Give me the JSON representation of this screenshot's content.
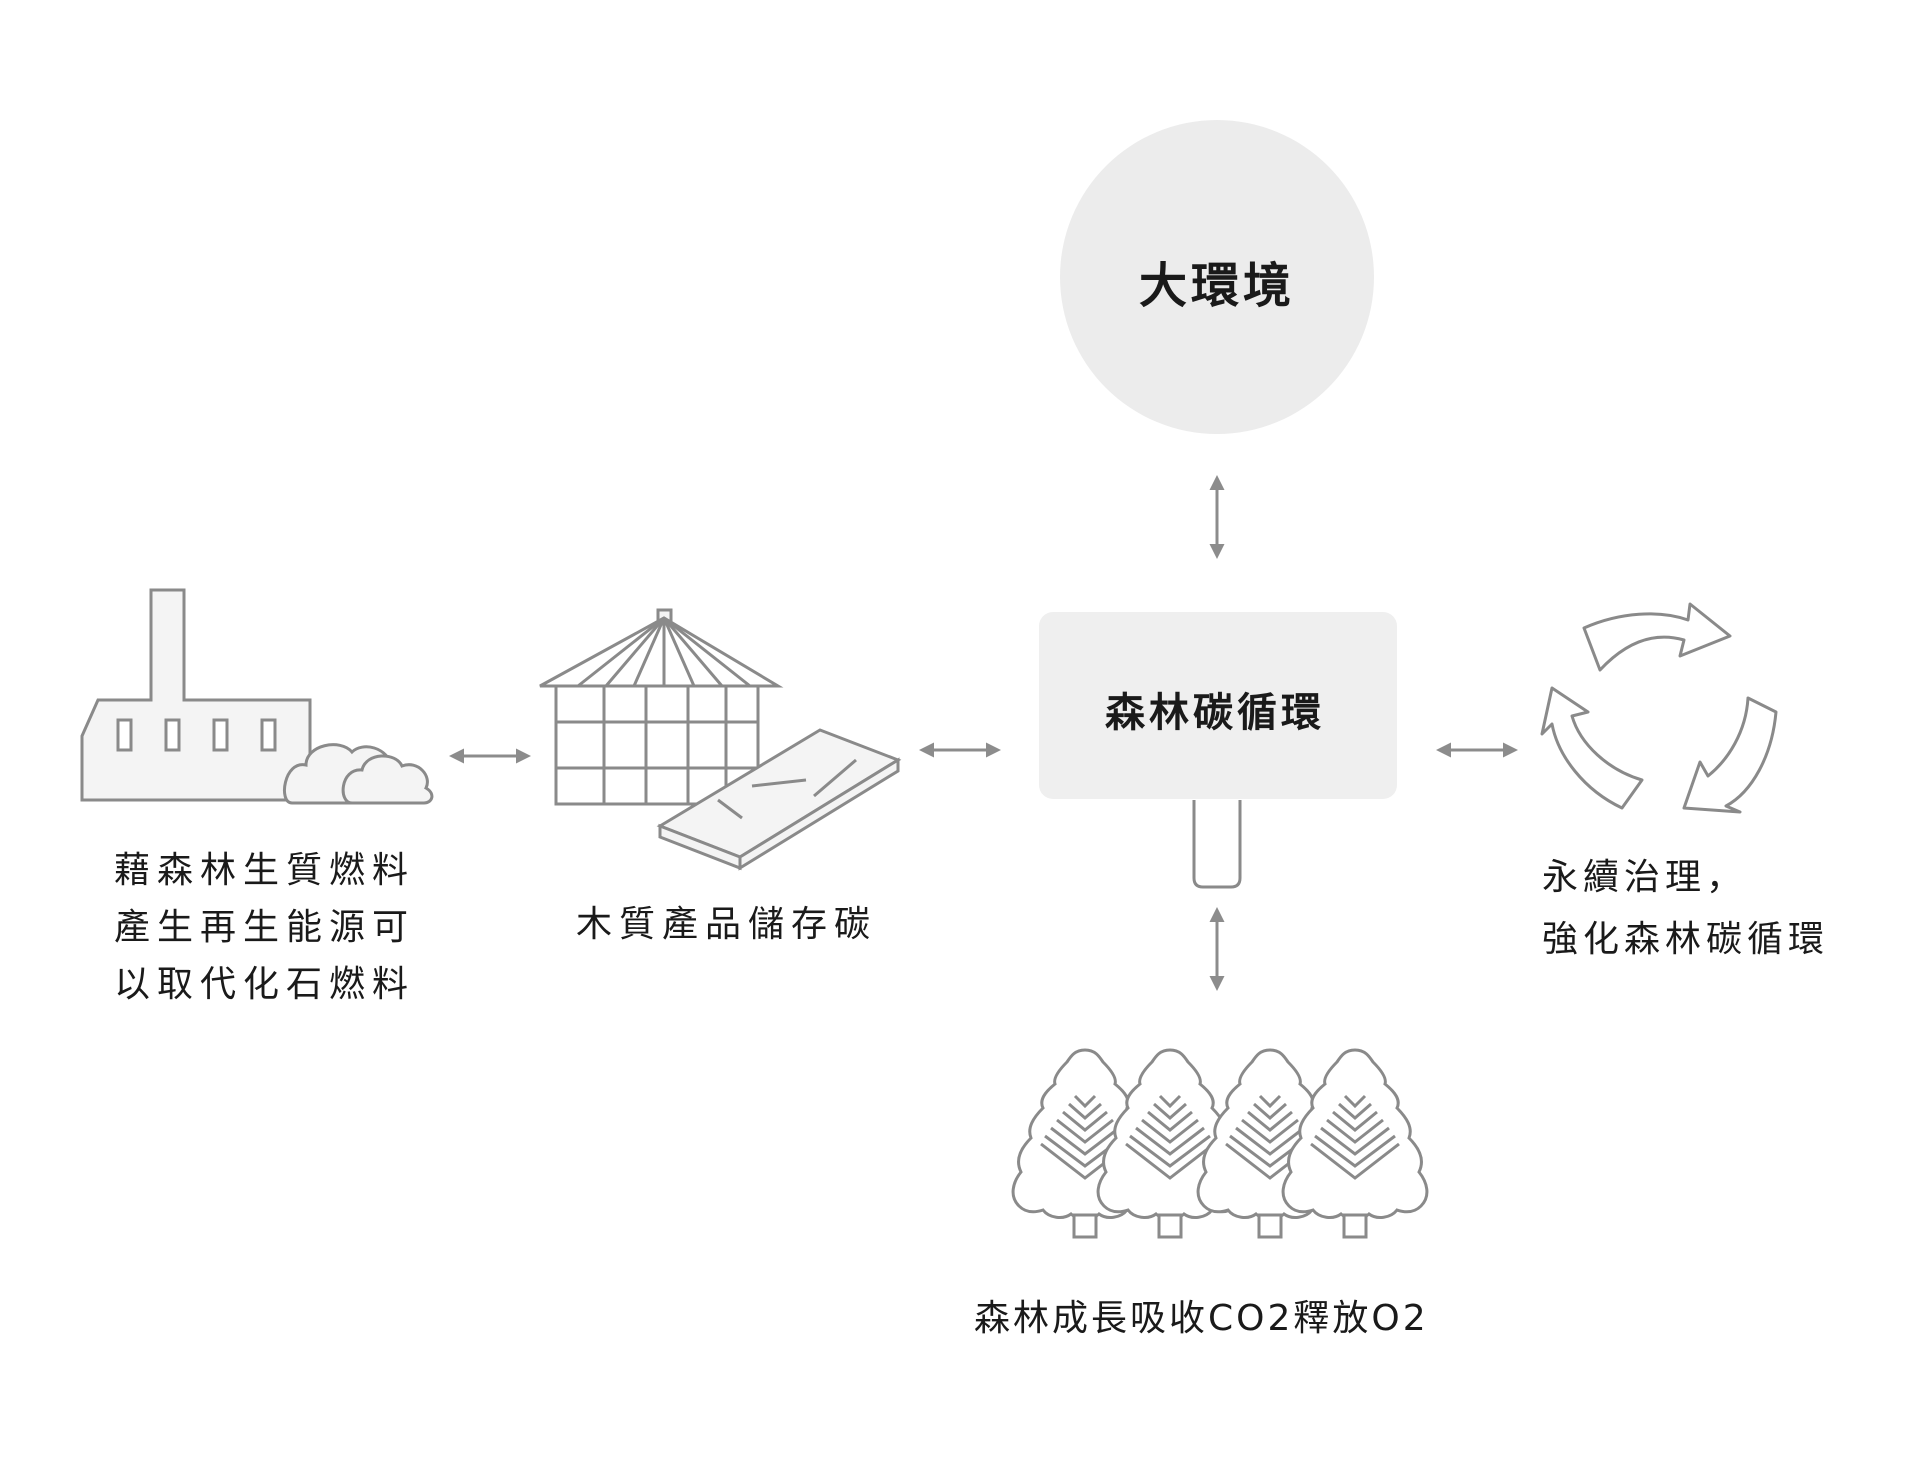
{
  "environment": {
    "title": "大環境",
    "fill": "#ececec"
  },
  "cycle": {
    "title": "森林碳循環",
    "fill": "#efefef"
  },
  "factory": {
    "caption_lines": [
      "藉森林生質燃料",
      "產生再生能源可",
      "以取代化石燃料"
    ],
    "icon": "factory-icon"
  },
  "wood": {
    "caption": "木質產品儲存碳",
    "icon": "wood-building-icon"
  },
  "forest": {
    "caption": "森林成長吸收CO2釋放O2",
    "icon": "forest-trees-icon"
  },
  "recycle": {
    "caption_lines": [
      "永續治理，",
      "強化森林碳循環"
    ],
    "icon": "recycle-arrows-icon"
  },
  "colors": {
    "line": "#8a8a8a",
    "icon_fill": "#f4f4f4",
    "arrow": "#8c8c8c"
  }
}
